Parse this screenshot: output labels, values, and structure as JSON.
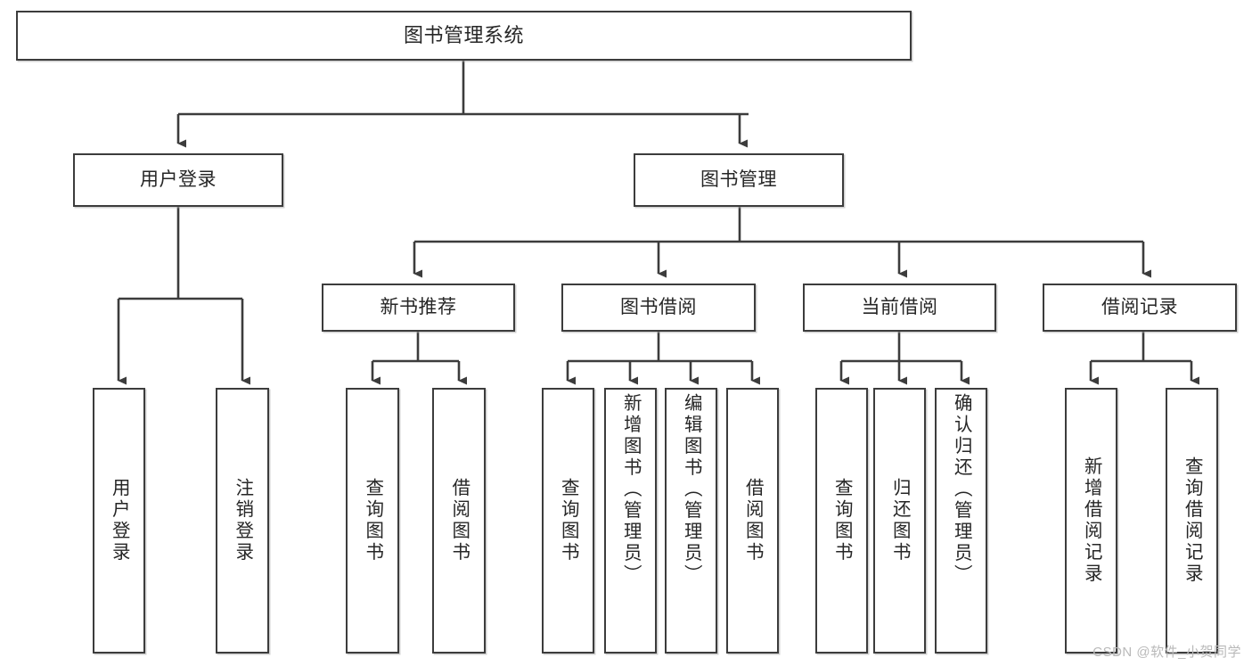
{
  "diagram": {
    "type": "tree-hierarchy",
    "title": "图书管理系统",
    "orientation": "top-down",
    "colors": {
      "box_border": "#3c3c3c",
      "box_fill": "#ffffff",
      "connector": "#3c3c3c",
      "text": "#262626",
      "watermark": "#b9b9b9"
    },
    "root": {
      "id": "root",
      "label": "图书管理系统"
    },
    "level2": [
      {
        "id": "user-login",
        "label": "用户登录"
      },
      {
        "id": "book-manage",
        "label": "图书管理"
      }
    ],
    "level3": [
      {
        "id": "new-book-recommend",
        "label": "新书推荐",
        "parent": "book-manage"
      },
      {
        "id": "book-borrow",
        "label": "图书借阅",
        "parent": "book-manage"
      },
      {
        "id": "current-borrow",
        "label": "当前借阅",
        "parent": "book-manage"
      },
      {
        "id": "borrow-record",
        "label": "借阅记录",
        "parent": "book-manage"
      }
    ],
    "leaves": [
      {
        "id": "leaf-user-login",
        "label": "用户登录",
        "parent": "user-login"
      },
      {
        "id": "leaf-logout-login",
        "label": "注销登录",
        "parent": "user-login"
      },
      {
        "id": "leaf-query-book-1",
        "label": "查询图书",
        "parent": "new-book-recommend"
      },
      {
        "id": "leaf-borrow-book-1",
        "label": "借阅图书",
        "parent": "new-book-recommend"
      },
      {
        "id": "leaf-query-book-2",
        "label": "查询图书",
        "parent": "book-borrow"
      },
      {
        "id": "leaf-add-book",
        "label": "新增图书（管理员）",
        "parent": "book-borrow"
      },
      {
        "id": "leaf-edit-book",
        "label": "编辑图书（管理员）",
        "parent": "book-borrow"
      },
      {
        "id": "leaf-borrow-book-2",
        "label": "借阅图书",
        "parent": "book-borrow"
      },
      {
        "id": "leaf-query-book-3",
        "label": "查询图书",
        "parent": "current-borrow"
      },
      {
        "id": "leaf-return-book",
        "label": "归还图书",
        "parent": "current-borrow"
      },
      {
        "id": "leaf-confirm-return",
        "label": "确认归还（管理员）",
        "parent": "current-borrow"
      },
      {
        "id": "leaf-add-record",
        "label": "新增借阅记录",
        "parent": "borrow-record"
      },
      {
        "id": "leaf-query-record",
        "label": "查询借阅记录",
        "parent": "borrow-record"
      }
    ]
  },
  "watermark": {
    "text": "CSDN @软件_小贺同学"
  }
}
